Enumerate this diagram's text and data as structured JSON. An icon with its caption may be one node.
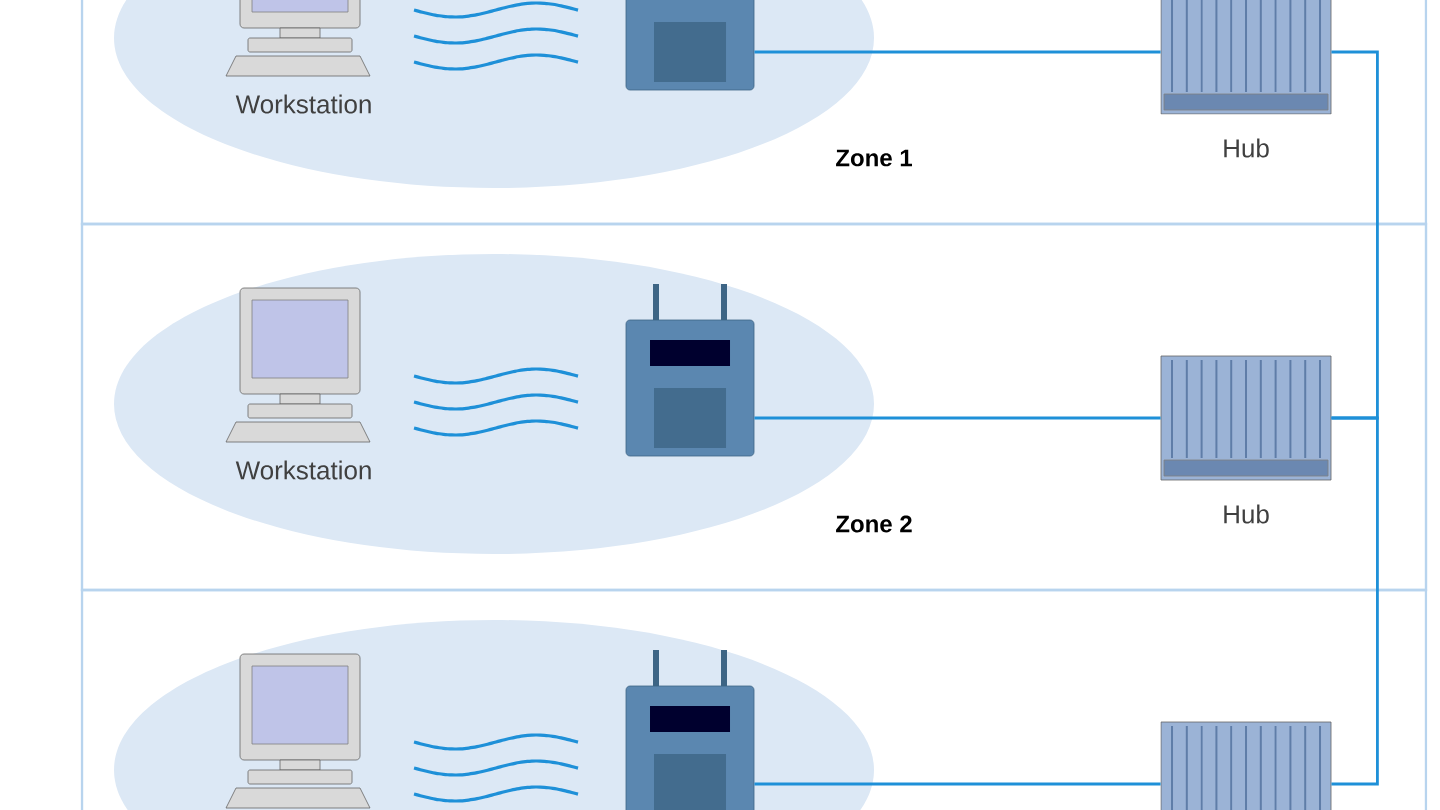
{
  "diagram": {
    "nodes": [
      {
        "text": [],
        "shape": "box"
      },
      {
        "text": [
          "Zone 1"
        ],
        "in": 0
      },
      {
        "text": [
          "Workstation"
        ],
        "in": 1
      },
      {
        "text": [],
        "shape": "picture",
        "in": 1
      },
      {
        "text": [
          "Hub"
        ],
        "in": 0
      },
      {
        "text": [],
        "shape": "box"
      },
      {
        "text": [
          "Zone 2"
        ],
        "in": 5
      },
      {
        "text": [
          "Workstation"
        ],
        "in": 6
      },
      {
        "text": [],
        "shape": "picture",
        "in": 6
      },
      {
        "text": [
          "Hub"
        ],
        "in": 5
      },
      {
        "text": [],
        "shape": "box"
      },
      {
        "text": [],
        "shape": "ellipse",
        "in": 10
      },
      {
        "text": [],
        "shape": "picture",
        "in": 11
      },
      {
        "text": [],
        "shape": "picture",
        "in": 11
      },
      {
        "text": [],
        "shape": "picture",
        "in": 10
      }
    ],
    "edges": [
      {
        "from": 3,
        "to": 4,
        "arrow": "none"
      },
      {
        "from": 8,
        "to": 9,
        "arrow": "none"
      },
      {
        "from": 13,
        "to": 14,
        "arrow": "none"
      },
      {
        "from": 4,
        "to": 9,
        "arrow": "none"
      },
      {
        "from": 9,
        "to": 14,
        "arrow": "none"
      }
    ]
  }
}
